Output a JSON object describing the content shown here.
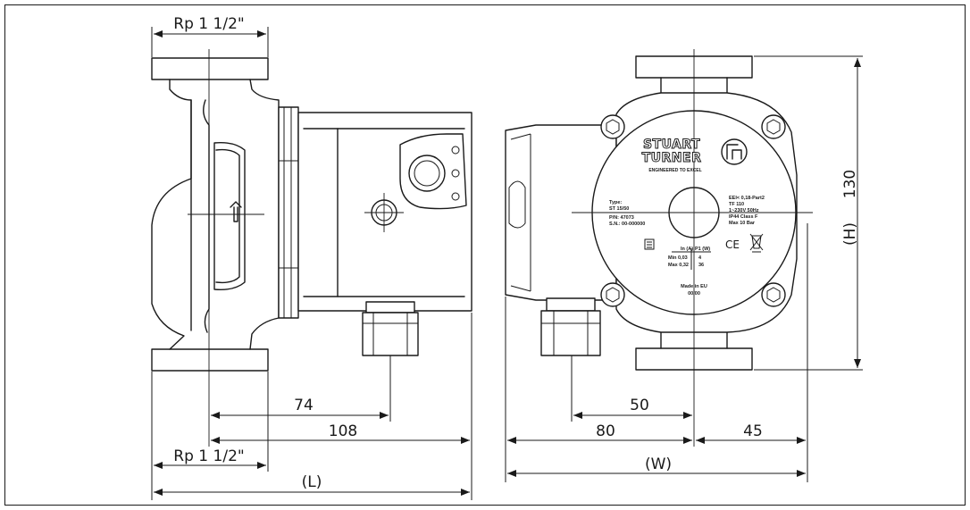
{
  "dimensions": {
    "thread_top": "Rp 1 1/2\"",
    "thread_bottom": "Rp 1 1/2\"",
    "d74": "74",
    "d108": "108",
    "length": "(L)",
    "height_value": "130",
    "height_label": "(H)",
    "d50": "50",
    "d80": "80",
    "d45": "45",
    "width": "(W)"
  },
  "nameplate": {
    "brand_line1": "STUART",
    "brand_line2": "TURNER",
    "tagline": "ENGINEERED TO EXCEL",
    "left_lines": [
      "Type:",
      "ST 15/50",
      "P/N: 47073",
      "S.N.: 00-000000"
    ],
    "right_lines": [
      "EEI< 0,18-Part2",
      "TF 110",
      "1~230V 50Hz",
      "IP44 Class F",
      "Max 10 Bar"
    ],
    "table_header": [
      "In (A)",
      "P1 (W)"
    ],
    "table_rows": [
      [
        "Min 0,03",
        "4"
      ],
      [
        "Max 0,32",
        "36"
      ]
    ],
    "made_in": "Made in EU",
    "code": "00/00",
    "ce_mark": "CE"
  }
}
